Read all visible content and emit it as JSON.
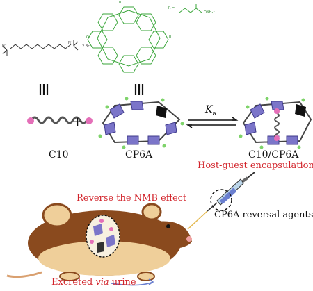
{
  "labels": {
    "c10": "C10",
    "cp6a": "CP6A",
    "complex": "C10/CP6A",
    "encapsulation": "Host-guest encapsulation",
    "reverse": "Reverse the NMB effect",
    "agents": "CP6A reversal agents",
    "excreted_prefix": "Excreted ",
    "excreted_via": "via",
    "excreted_suffix": " urine",
    "ka_symbol": "K",
    "ka_sub": "a",
    "plus": "+",
    "equiv": "|||"
  },
  "structure_text": {
    "dibromide": "2 Br⁻",
    "r_prefix": "R = ",
    "ammonium": "ONH₄⁺",
    "r_letter": "R",
    "o_letter": "O",
    "n_plus": "N⁺"
  },
  "colors": {
    "red_text": "#d2232a",
    "host_green": "#3aa63a",
    "ring_purple": "#7b75c9",
    "guest_pink": "#e46fb8",
    "mouse_brown": "#8a4a1e",
    "mouse_cream": "#efcf9a",
    "arrow_blue": "#6a7fd0"
  }
}
